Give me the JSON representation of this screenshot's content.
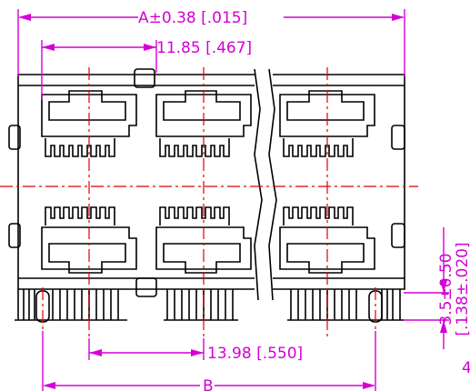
{
  "dimensions": {
    "overall_width": "A±0.38 [.015]",
    "port_pitch_top": "11.85 [.467]",
    "port_pitch_bottom": "13.98 [.550]",
    "pin_span": "B",
    "pcb_standoff": "3.5±0.50 [.138±.020]",
    "page_fragment": "4"
  },
  "colors": {
    "outline": "#000000",
    "dimension": "#d400d4",
    "centerline": "#e00000"
  }
}
